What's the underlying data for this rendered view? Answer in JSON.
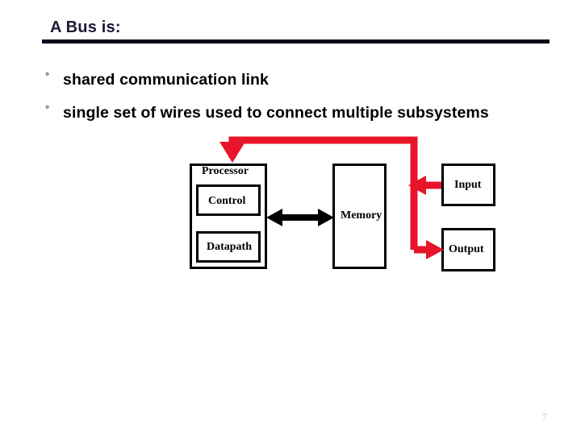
{
  "slide": {
    "title": "A Bus is:",
    "title_color": "#1a1a35",
    "rule_color": "#0a0a1e",
    "page_number": "7",
    "background": "#ffffff"
  },
  "bullets": [
    {
      "marker": "°",
      "text": "shared communication link"
    },
    {
      "marker": "°",
      "text": "single set of wires used to connect multiple subsystems"
    }
  ],
  "diagram": {
    "bus_color": "#e8142a",
    "link_color": "#000000",
    "box_border_color": "#000000",
    "boxes": [
      {
        "id": "processor",
        "label": "Processor"
      },
      {
        "id": "control",
        "label": "Control"
      },
      {
        "id": "datapath",
        "label": "Datapath"
      },
      {
        "id": "memory",
        "label": "Memory"
      },
      {
        "id": "input",
        "label": "Input"
      },
      {
        "id": "output",
        "label": "Output"
      }
    ],
    "connections": [
      {
        "id": "bus-to-processor",
        "from": "bus",
        "to": "processor",
        "color": "#e8142a",
        "style": "arrow-down"
      },
      {
        "id": "input-to-bus",
        "from": "input",
        "to": "bus",
        "color": "#e8142a",
        "style": "arrow-left"
      },
      {
        "id": "bus-to-output",
        "from": "bus",
        "to": "output",
        "color": "#e8142a",
        "style": "arrow-right"
      },
      {
        "id": "processor-memory",
        "from": "processor",
        "to": "memory",
        "color": "#000000",
        "style": "double-arrow"
      }
    ]
  }
}
